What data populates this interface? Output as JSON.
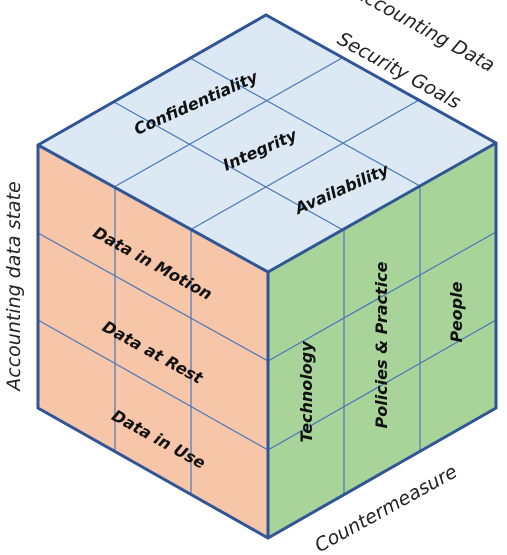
{
  "axes": {
    "goals_line1": "Accounting Data",
    "goals_line2": "Security Goals",
    "state": "Accounting data state",
    "countermeasure": "Countermeasure"
  },
  "top_face": {
    "color": "#dce9f4",
    "items": [
      "Confidentiality",
      "Integrity",
      "Availability"
    ]
  },
  "left_face": {
    "color": "#f7c5a8",
    "items": [
      "Data in Motion",
      "Data at Rest",
      "Data in Use"
    ]
  },
  "right_face": {
    "color": "#a8d49a",
    "items": [
      "Technology",
      "Policies & Practice",
      "People"
    ]
  },
  "edge_color": "#2f5597",
  "grid_color": "#4a78b8"
}
